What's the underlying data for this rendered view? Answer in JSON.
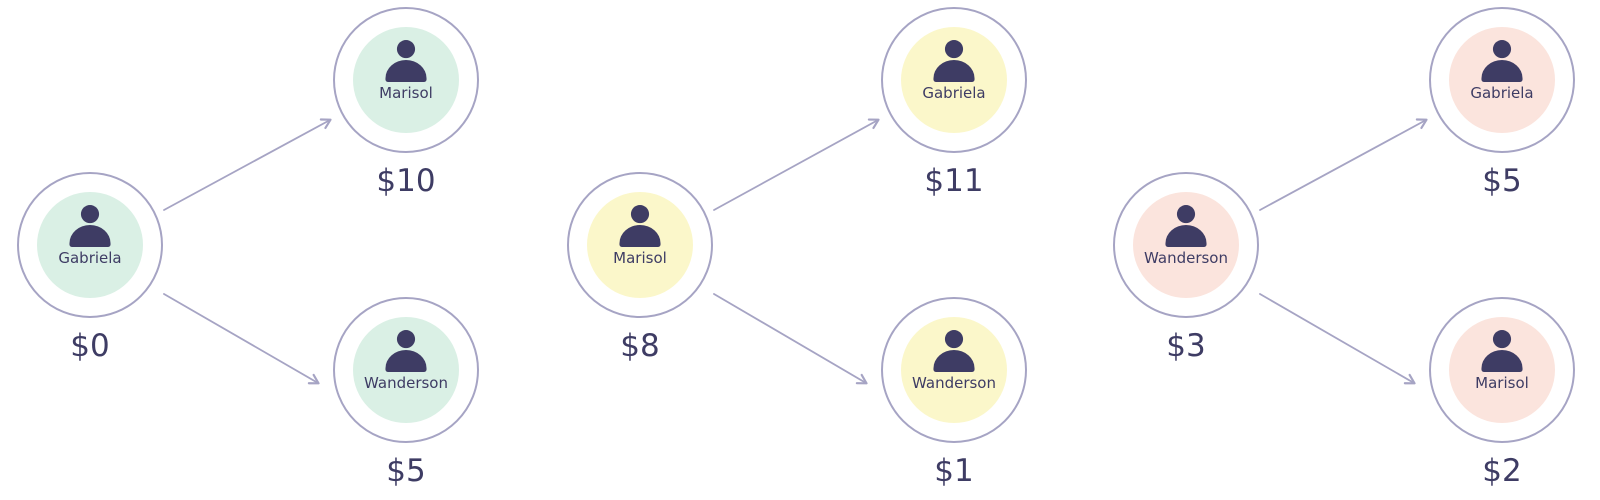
{
  "colors": {
    "ink": "#3e3c64",
    "edge": "#a6a4c4",
    "ring": "#a6a4c4",
    "mint": "#daf0e5",
    "yellow": "#fbf7ca",
    "pink": "#fbe4dd",
    "node_bg": "#ffffff",
    "page_bg": "#ffffff"
  },
  "icons": {
    "person": "person-icon"
  },
  "groups": [
    {
      "fill": "mint",
      "root": {
        "name": "Gabriela",
        "amount": "$0"
      },
      "children": [
        {
          "name": "Marisol",
          "amount": "$10"
        },
        {
          "name": "Wanderson",
          "amount": "$5"
        }
      ]
    },
    {
      "fill": "yellow",
      "root": {
        "name": "Marisol",
        "amount": "$8"
      },
      "children": [
        {
          "name": "Gabriela",
          "amount": "$11"
        },
        {
          "name": "Wanderson",
          "amount": "$1"
        }
      ]
    },
    {
      "fill": "pink",
      "root": {
        "name": "Wanderson",
        "amount": "$3"
      },
      "children": [
        {
          "name": "Gabriela",
          "amount": "$5"
        },
        {
          "name": "Marisol",
          "amount": "$2"
        }
      ]
    }
  ]
}
